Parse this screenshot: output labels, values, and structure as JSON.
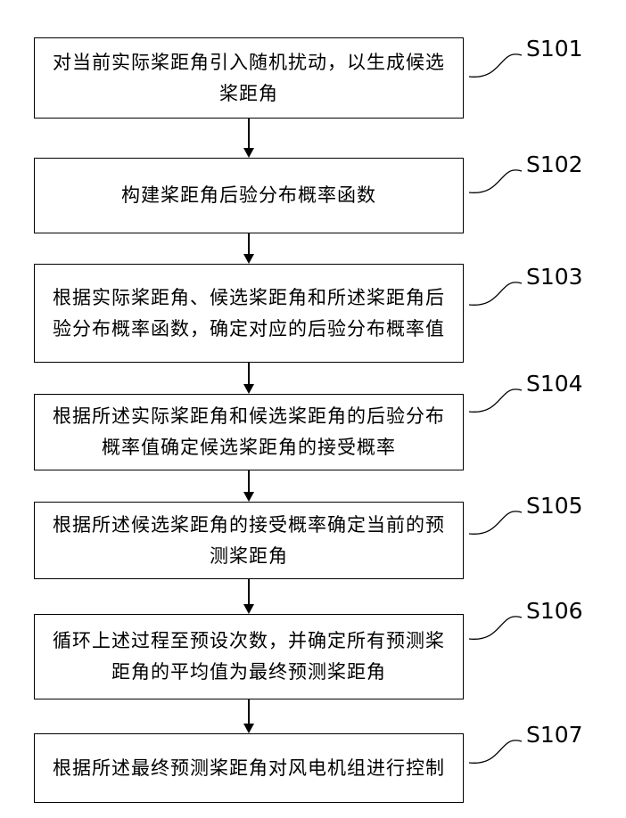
{
  "diagram_title": "",
  "colors": {
    "background": "#ffffff",
    "box_border": "#000000",
    "line": "#000000",
    "text": "#000000"
  },
  "steps": [
    {
      "label": "S101",
      "text": "对当前实际桨距角引入随机扰动，以生成候选\n桨距角"
    },
    {
      "label": "S102",
      "text": "构建桨距角后验分布概率函数"
    },
    {
      "label": "S103",
      "text": "根据实际桨距角、候选桨距角和所述桨距角后\n验分布概率函数，确定对应的后验分布概率值"
    },
    {
      "label": "S104",
      "text": "根据所述实际桨距角和候选桨距角的后验分布\n概率值确定候选桨距角的接受概率"
    },
    {
      "label": "S105",
      "text": "根据所述候选桨距角的接受概率确定当前的预\n测桨距角"
    },
    {
      "label": "S106",
      "text": "循环上述过程至预设次数，并确定所有预测桨\n距角的平均值为最终预测桨距角"
    },
    {
      "label": "S107",
      "text": "根据所述最终预测桨距角对风电机组进行控制"
    }
  ]
}
